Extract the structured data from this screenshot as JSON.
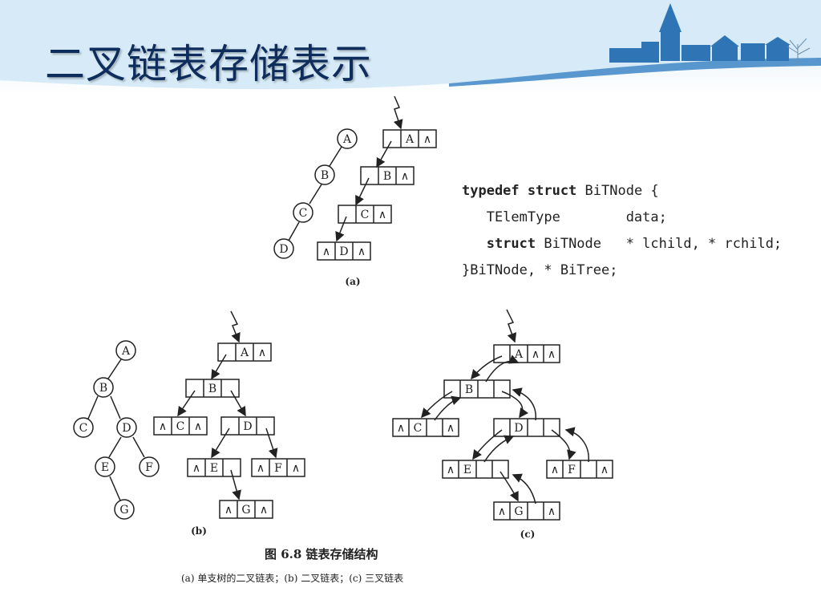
{
  "slide": {
    "title": "二叉链表存储表示"
  },
  "code": {
    "line1_kw": "typedef struct",
    "line1_rest": " BiTNode {",
    "line2": "   TElemType        data;",
    "line3_kw": "   struct",
    "line3_rest": " BiTNode   * lchild, * rchild;",
    "line4": "}BiTNode, * BiTree;"
  },
  "figure": {
    "caption": "图 6.8   链表存储结构",
    "subcaption": "(a) 单支树的二叉链表；(b) 二叉链表；(c) 三叉链表",
    "label_a": "(a)",
    "label_b": "(b)",
    "label_c": "(c)",
    "null_symbol": "∧",
    "nodes": {
      "A": "A",
      "B": "B",
      "C": "C",
      "D": "D",
      "E": "E",
      "F": "F",
      "G": "G"
    }
  },
  "colors": {
    "title": "#0e2c5c",
    "header_light": "#cfe6f4",
    "header_accent": "#2f75b5"
  }
}
